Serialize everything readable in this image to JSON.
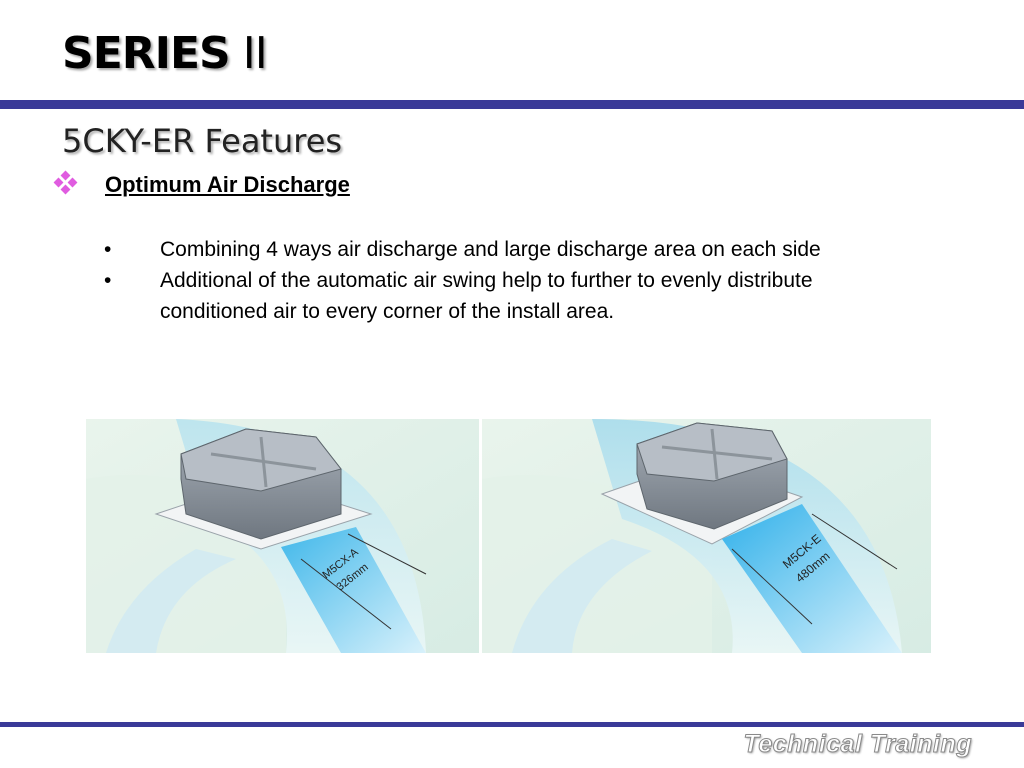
{
  "slide": {
    "title_bold": "SERIES",
    "title_rest": " II",
    "subtitle": "5CKY-ER Features",
    "section_heading": "Optimum Air Discharge",
    "points": [
      "Combining 4 ways air discharge and large discharge area on each side",
      "Additional of the automatic air swing help to further to evenly distribute conditioned air to every corner of the install area."
    ],
    "bullet_symbol": "•",
    "figures": [
      {
        "line1": "M5CX-A",
        "line2": "326mm"
      },
      {
        "line1": "M5CK-E",
        "line2": "480mm"
      }
    ],
    "footer": "Technical Training",
    "colors": {
      "rule": "#3a3a98",
      "accent": "#e05ce0",
      "air": "#5cc6ef"
    }
  }
}
